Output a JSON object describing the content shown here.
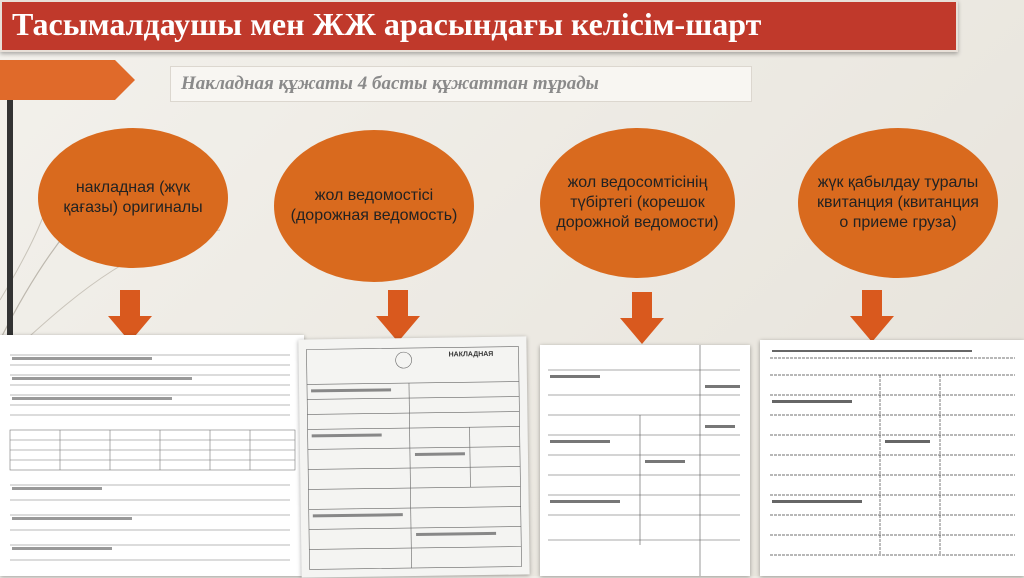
{
  "title": "Тасымалдаушы мен ЖЖ арасындағы келісім-шарт",
  "subtitle": "Накладная құжаты 4 басты құжаттан тұрады",
  "items": [
    {
      "text": "накладная (жүк қағазы) оригиналы"
    },
    {
      "text": "жол ведомостісі (дорожная ведомость)"
    },
    {
      "text": "жол ведосомтісінің түбіртегі (корешок дорожной ведомости)"
    },
    {
      "text": "жүк қабылдау туралы квитанция (квитанция о приеме груза)"
    }
  ],
  "doc_header": "НАКЛАДНАЯ",
  "colors": {
    "title_bg": "#c0392b",
    "oval": "#d96a1e",
    "arrow": "#d9591e"
  }
}
